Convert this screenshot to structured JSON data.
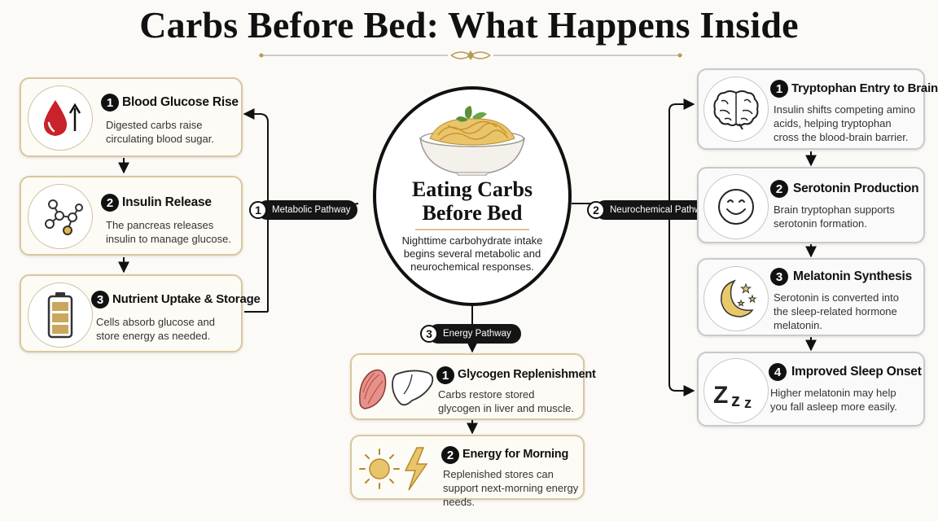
{
  "title": "Carbs Before Bed: What Happens Inside",
  "center": {
    "title_line1": "Eating Carbs",
    "title_line2": "Before Bed",
    "description": "Nighttime carbohydrate intake begins several metabolic and neurochemical responses."
  },
  "pathways": {
    "metabolic": {
      "number": "1",
      "label": "Metabolic Pathway"
    },
    "neurochemical": {
      "number": "2",
      "label": "Neurochemical Pathway"
    },
    "energy": {
      "number": "3",
      "label": "Energy Pathway"
    }
  },
  "metabolic_steps": [
    {
      "number": "1",
      "title": "Blood Glucose Rise",
      "text": "Digested carbs raise circulating blood sugar.",
      "icon": "blood-drop-icon"
    },
    {
      "number": "2",
      "title": "Insulin Release",
      "text": "The pancreas releases insulin to manage glucose.",
      "icon": "molecule-icon"
    },
    {
      "number": "3",
      "title": "Nutrient Uptake & Storage",
      "text": "Cells absorb glucose and store energy as needed.",
      "icon": "battery-icon"
    }
  ],
  "neuro_steps": [
    {
      "number": "1",
      "title": "Tryptophan Entry to Brain",
      "text": "Insulin shifts competing amino acids, helping tryptophan cross the blood-brain barrier.",
      "icon": "brain-icon"
    },
    {
      "number": "2",
      "title": "Serotonin Production",
      "text": "Brain tryptophan supports serotonin formation.",
      "icon": "smiley-icon"
    },
    {
      "number": "3",
      "title": "Melatonin Synthesis",
      "text": "Serotonin is converted into the sleep-related hormone melatonin.",
      "icon": "moon-icon"
    },
    {
      "number": "4",
      "title": "Improved Sleep Onset",
      "text": "Higher melatonin may help you fall asleep more easily.",
      "icon": "zzz-icon"
    }
  ],
  "energy_steps": [
    {
      "number": "1",
      "title": "Glycogen Replenishment",
      "text": "Carbs restore stored glycogen in liver and muscle.",
      "icon": "muscle-liver-icon"
    },
    {
      "number": "2",
      "title": "Energy for Morning",
      "text": "Replenished stores can support next-morning energy needs.",
      "icon": "sun-bolt-icon"
    }
  ],
  "colors": {
    "gold": "#d9c79e",
    "red": "#c8232a",
    "dark": "#111111"
  }
}
